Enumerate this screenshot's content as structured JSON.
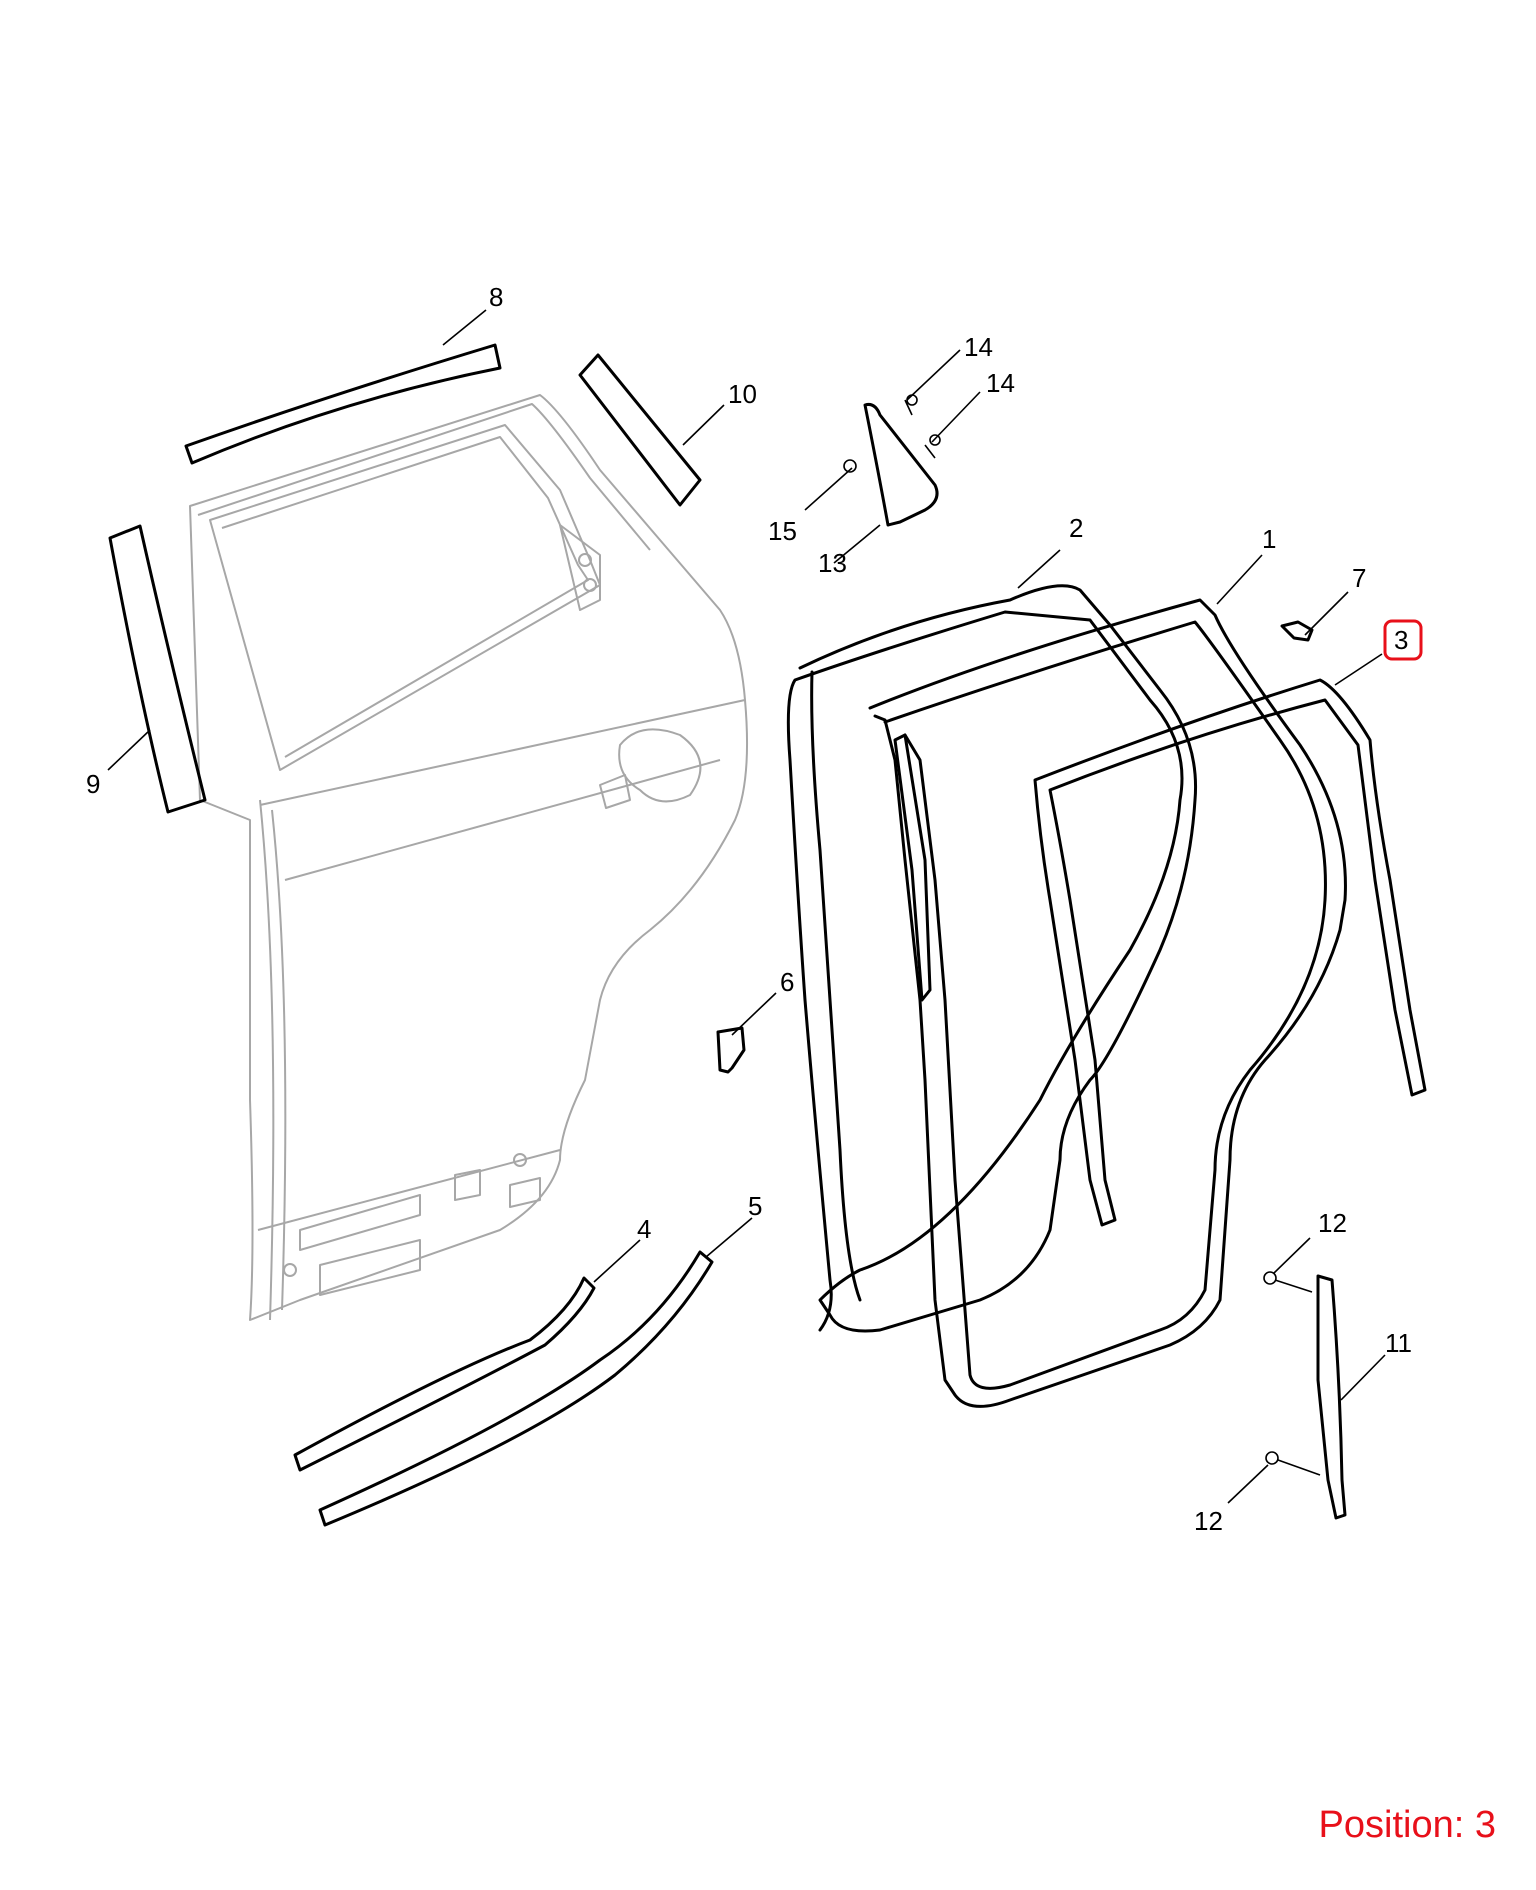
{
  "callouts": {
    "c1": "1",
    "c2": "2",
    "c3": "3",
    "c4": "4",
    "c5": "5",
    "c6": "6",
    "c7": "7",
    "c8": "8",
    "c9": "9",
    "c10": "10",
    "c11": "11",
    "c12a": "12",
    "c12b": "12",
    "c13": "13",
    "c14a": "14",
    "c14b": "14",
    "c15": "15"
  },
  "position_label": "Position: 3",
  "highlight_color": "#e8101a",
  "highlighted_callout": "3"
}
